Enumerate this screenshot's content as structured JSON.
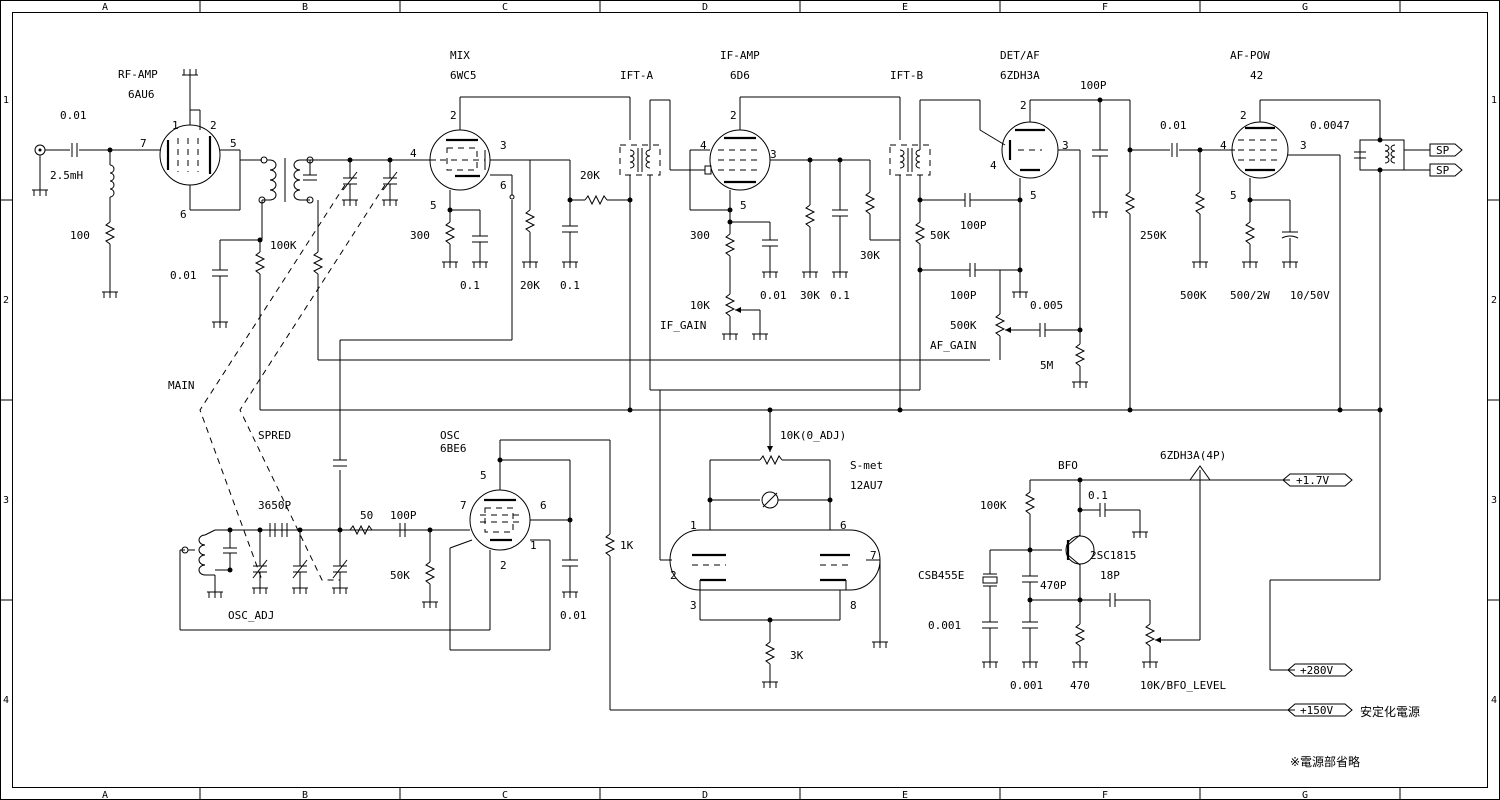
{
  "border": {
    "columns": [
      "A",
      "B",
      "C",
      "D",
      "E",
      "F",
      "G"
    ],
    "rows": [
      "1",
      "2",
      "3",
      "4"
    ]
  },
  "stages": {
    "rf_amp": {
      "name": "RF-AMP",
      "tube": "6AU6"
    },
    "mix": {
      "name": "MIX",
      "tube": "6WC5"
    },
    "ift_a": {
      "name": "IFT-A"
    },
    "if_amp": {
      "name": "IF-AMP",
      "tube": "6D6"
    },
    "ift_b": {
      "name": "IFT-B"
    },
    "det_af": {
      "name": "DET/AF",
      "tube": "6ZDH3A"
    },
    "af_pow": {
      "name": "AF-POW",
      "tube": "42"
    },
    "osc": {
      "name": "OSC",
      "tube": "6BE6"
    },
    "smet": {
      "name": "S-met",
      "tube": "12AU7"
    },
    "bfo": {
      "name": "BFO"
    }
  },
  "labels": {
    "c_001_in": "0.01",
    "l_25mh": "2.5mH",
    "r_100": "100",
    "r_100k_a": "100K",
    "c_001_b": "0.01",
    "mix_r300": "300",
    "mix_c01": "0.1",
    "mix_r20k": "20K",
    "mix_c01b": "0.1",
    "r_20k_top": "20K",
    "ifa_r300": "300",
    "ifa_10k": "10K",
    "if_gain": "IF_GAIN",
    "ifa_c001": "0.01",
    "ifa_30k": "30K",
    "ifa_c01": "0.1",
    "ifa_30k_b": "30K",
    "det_50k": "50K",
    "det_100p_a": "100P",
    "det_100p_b": "100P",
    "det_100p_top": "100P",
    "det_0005": "0.005",
    "det_500k": "500K",
    "af_gain": "AF_GAIN",
    "det_5m": "5M",
    "af_001": "0.01",
    "af_250k": "250K",
    "af_500k": "500K",
    "af_500_2w": "500/2W",
    "af_10_50v": "10/50V",
    "af_0047": "0.0047",
    "sp1": "SP",
    "sp2": "SP",
    "main": "MAIN",
    "spred": "SPRED",
    "osc_3650p": "3650P",
    "osc_50": "50",
    "osc_100p": "100P",
    "osc_50k": "50K",
    "osc_adj": "OSC_ADJ",
    "osc_001": "0.01",
    "osc_1k": "1K",
    "smet_10k": "10K(0_ADJ)",
    "smet_3k": "3K",
    "bfo_100k": "100K",
    "bfo_01": "0.1",
    "bfo_2sc1815": "2SC1815",
    "bfo_18p": "18P",
    "bfo_470p": "470P",
    "bfo_csb": "CSB455E",
    "bfo_0001a": "0.001",
    "bfo_0001b": "0.001",
    "bfo_470": "470",
    "bfo_level": "10K/BFO_LEVEL",
    "bfo_tube": "6ZDH3A(4P)",
    "rail_17": "+1.7V",
    "rail_280": "+280V",
    "rail_150": "+150V",
    "stabilized": "安定化電源",
    "note": "※電源部省略"
  },
  "pins": {
    "rf_1": "1",
    "rf_2": "2",
    "rf_5": "5",
    "rf_6": "6",
    "rf_7": "7",
    "mix_2": "2",
    "mix_3": "3",
    "mix_4": "4",
    "mix_5": "5",
    "mix_6": "6",
    "ifa_2": "2",
    "ifa_3": "3",
    "ifa_4": "4",
    "ifa_5": "5",
    "det_2": "2",
    "det_3": "3",
    "det_4": "4",
    "det_5": "5",
    "af_2": "2",
    "af_3": "3",
    "af_4": "4",
    "af_5": "5",
    "osc_5": "5",
    "osc_7": "7",
    "osc_6": "6",
    "osc_1": "1",
    "osc_2": "2",
    "sm_1": "1",
    "sm_2": "2",
    "sm_3": "3",
    "sm_6": "6",
    "sm_7": "7",
    "sm_8": "8"
  }
}
